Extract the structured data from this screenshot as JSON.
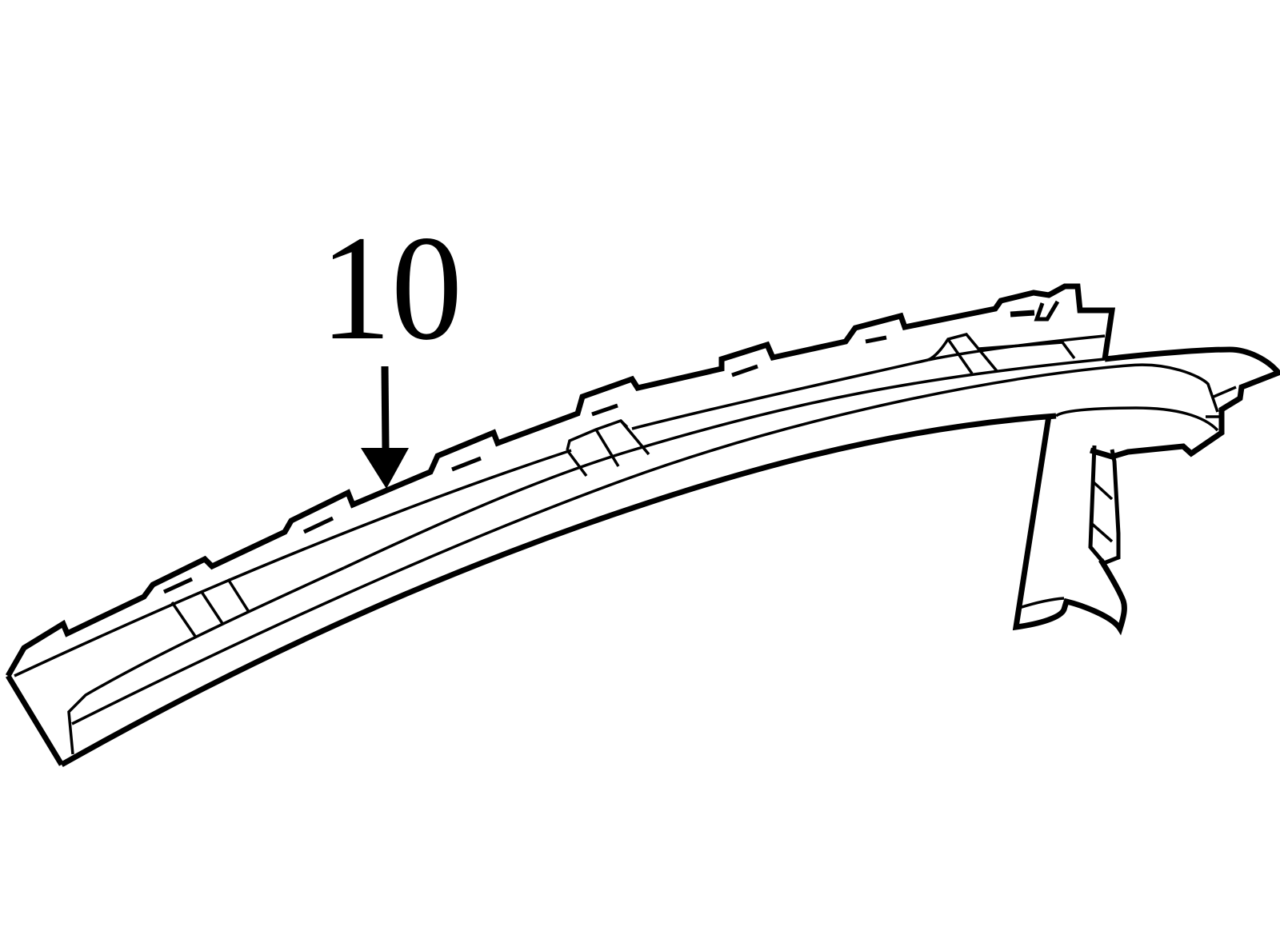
{
  "figure": {
    "type": "patent line drawing",
    "subject": "elongated curved trim strip / molding component (side perspective view)",
    "reference_numeral": "10",
    "leader": {
      "style": "straight arrow pointing down",
      "target": "upper edge of the strip"
    },
    "colors": {
      "line": "#000000",
      "background": "#ffffff"
    }
  }
}
